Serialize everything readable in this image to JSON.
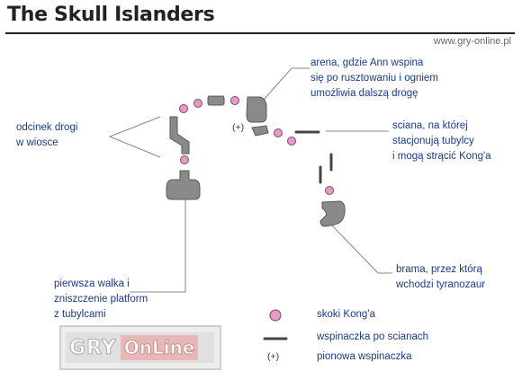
{
  "title": "The Skull Islanders",
  "source": "www.gry-online.pl",
  "labels": {
    "village_road": [
      "odcinek drogi",
      "w wiosce"
    ],
    "arena": [
      "arena, gdzie Ann wspina",
      "się po rusztowaniu i ogniem",
      "umożliwia dalszą drogę"
    ],
    "wall": [
      "sciana, na której",
      "stacjonują tubylcy",
      "i mogą strącić Kong'a"
    ],
    "gate": [
      "brama, przez którą",
      "wchodzi tyranozaur"
    ],
    "first_fight": [
      "pierwsza walka i",
      "zniszczenie platform",
      "z tubylcami"
    ],
    "vertical_marker": "(+)"
  },
  "legend": {
    "jumps": "skoki Kong'a",
    "wall_climb": "wspinaczka po scianach",
    "vertical_marker": "(+)",
    "vertical_climb": "pionowa wspinaczka"
  },
  "logo": {
    "left": "GRY",
    "right": "OnLine"
  },
  "colors": {
    "platform": "#8a8a8a",
    "platform_stroke": "#5a5a5a",
    "jump": "#e79ac6",
    "jump_stroke": "#7a4a66",
    "leader": "#888888",
    "text": "#1a3a8c"
  }
}
